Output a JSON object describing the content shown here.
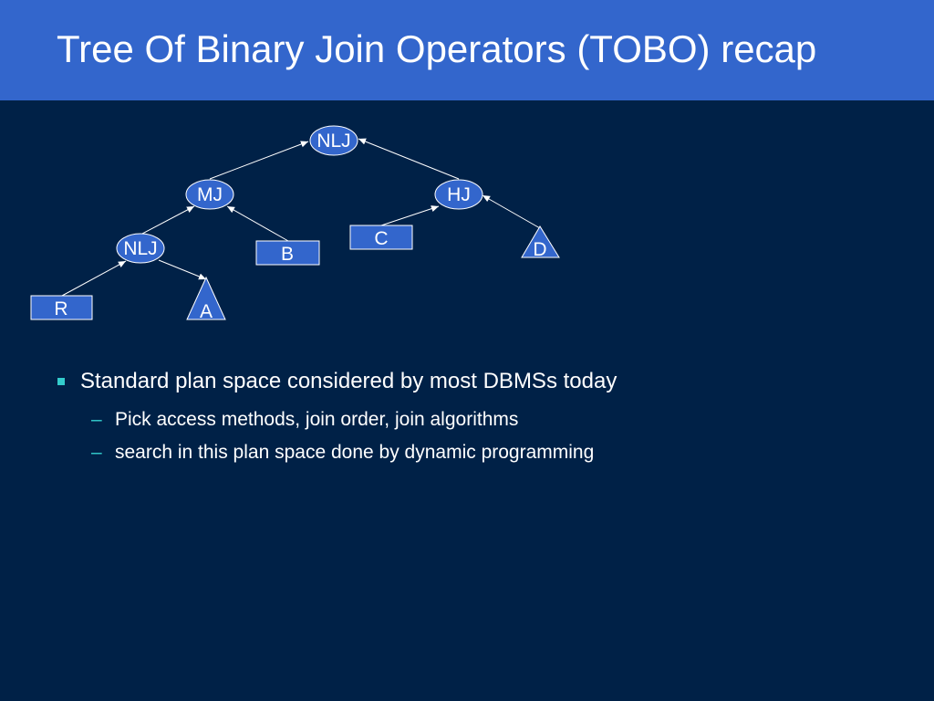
{
  "slide": {
    "title": "Tree Of Binary Join Operators (TOBO) recap"
  },
  "tree": {
    "nodes": {
      "root": "NLJ",
      "mj": "MJ",
      "hj": "HJ",
      "nlj2": "NLJ",
      "r": "R",
      "a": "A",
      "b": "B",
      "c": "C",
      "d": "D"
    }
  },
  "bullets": {
    "main": "Standard plan space considered by most DBMSs today",
    "sub": [
      "Pick access methods, join order, join algorithms",
      "search in this plan space done by dynamic programming"
    ],
    "sub_marker": "–"
  },
  "colors": {
    "title_bar": "#3366CC",
    "background": "#002147",
    "node_fill": "#3366CC",
    "bullet_marker": "#33CCCC"
  }
}
